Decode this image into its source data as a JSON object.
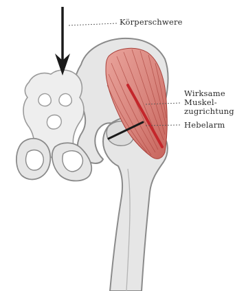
{
  "labels": {
    "body_weight": "Körperschwere",
    "muscle_line_1": "Wirksame",
    "muscle_line_2": "Muskel-",
    "muscle_line_3": "zugrichtung",
    "lever_arm": "Hebelarm"
  },
  "colors": {
    "bone_fill": "#e6e6e6",
    "bone_outline": "#8a8a8a",
    "muscle": "#d9857d",
    "muscle_fibre": "#a8403a",
    "pull_line": "#c4262b",
    "arrow": "#1a1a1a"
  }
}
